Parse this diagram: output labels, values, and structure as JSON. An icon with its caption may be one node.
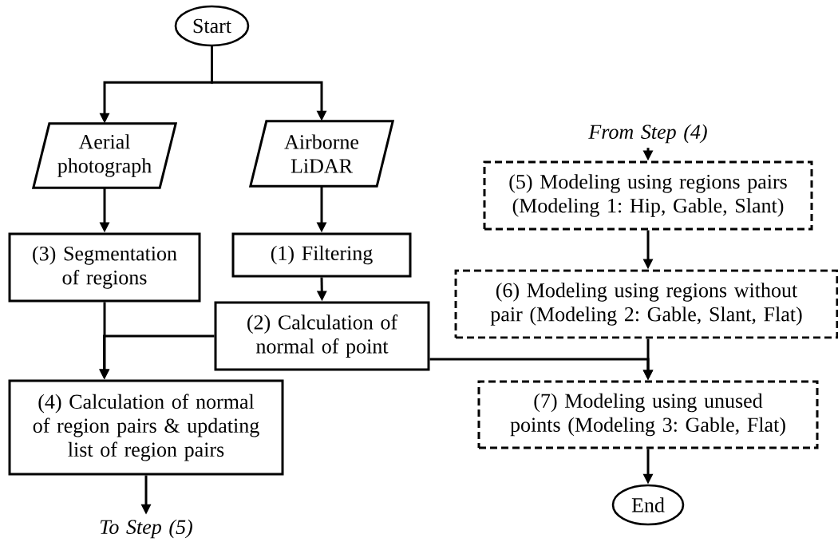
{
  "diagram": {
    "nodes": [
      {
        "text": [
          "Start"
        ]
      },
      {
        "text": [
          "Aerial photograph"
        ]
      },
      {
        "text": [
          "Airborne LiDAR"
        ]
      },
      {
        "text": [
          "(3) Segmentation of regions"
        ]
      },
      {
        "text": [
          "(1) Filtering"
        ]
      },
      {
        "text": [
          "(2) Calculation of normal of point"
        ]
      },
      {
        "text": [
          "(4) Calculation of normal of region pairs & updating list of region pairs"
        ]
      },
      {
        "text": [
          "To Step (5)"
        ]
      },
      {
        "text": [
          "From Step (4)"
        ]
      },
      {
        "text": [
          "(5) Modeling using regions pairs (Modeling 1: Hip, Gable, Slant)"
        ]
      },
      {
        "text": [
          "(6) Modeling using regions without pair (Modeling 2: Gable, Slant, Flat)"
        ]
      },
      {
        "text": [
          "(7) Modeling using unused points (Modeling 3: Gable, Flat)"
        ]
      },
      {
        "text": [
          "End"
        ]
      }
    ],
    "edges": [
      {
        "from": 0,
        "to": 1,
        "arrow": "to"
      },
      {
        "from": 0,
        "to": 2,
        "arrow": "to"
      },
      {
        "from": 1,
        "to": 3,
        "arrow": "to"
      },
      {
        "from": 2,
        "to": 4,
        "arrow": "to"
      },
      {
        "from": 4,
        "to": 5,
        "arrow": "to"
      },
      {
        "from": 3,
        "to": 6,
        "arrow": "to"
      },
      {
        "from": 5,
        "to": 6,
        "arrow": "to"
      },
      {
        "from": 6,
        "to": 7,
        "arrow": "to"
      },
      {
        "from": 8,
        "to": 9,
        "arrow": "to"
      },
      {
        "from": 9,
        "to": 10,
        "arrow": "to"
      },
      {
        "from": 10,
        "to": 11,
        "arrow": "to"
      },
      {
        "from": 5,
        "to": 11,
        "arrow": "to"
      },
      {
        "from": 11,
        "to": 12,
        "arrow": "to"
      }
    ]
  }
}
